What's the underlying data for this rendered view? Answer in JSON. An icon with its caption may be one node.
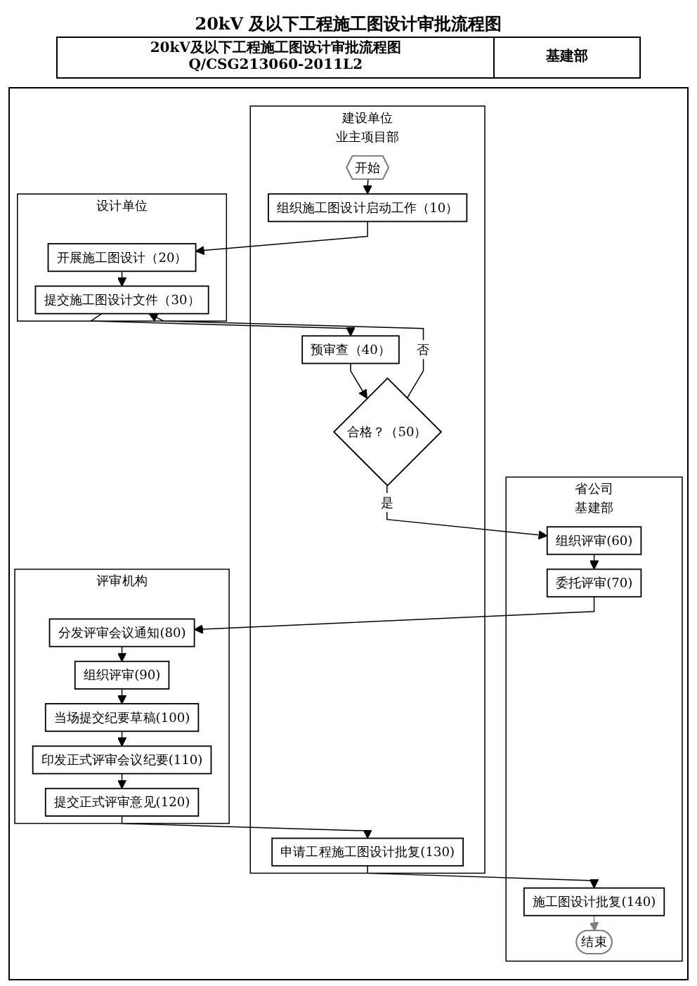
{
  "diagram": {
    "title": "20kV 及以下工程施工图设计审批流程图",
    "nodes": [
      {
        "text": [
          "省公司",
          "基建部"
        ]
      },
      {
        "text": [
          "建设单位",
          "业主项目部"
        ]
      },
      {
        "text": [
          "设计单位"
        ]
      },
      {
        "text": [
          "评审机构"
        ]
      },
      {
        "text": [
          "开始"
        ],
        "in": 1
      },
      {
        "text": [
          "组织施工图设计启动工作（10）"
        ],
        "in": 1
      },
      {
        "text": [
          "开展施工图设计（20）"
        ],
        "in": 2
      },
      {
        "text": [
          "预审查（40）"
        ],
        "in": 1
      },
      {
        "text": [
          "提交施工图设计文件（30）"
        ],
        "in": 2
      },
      {
        "text": [
          "合格？（50）"
        ],
        "in": 1
      },
      {
        "text": [
          "组织评审(60)"
        ],
        "in": 0
      },
      {
        "text": [
          "委托评审(70)"
        ],
        "in": 0
      },
      {
        "text": [
          "分发评审会议通知(80)"
        ],
        "in": 3
      },
      {
        "text": [
          "组织评审(90)"
        ],
        "in": 3
      },
      {
        "text": [
          "当场提交纪要草稿(100)"
        ],
        "in": 3
      },
      {
        "text": [
          "印发正式评审会议纪要(110)"
        ],
        "in": 3
      },
      {
        "text": [
          "施工图设计批复(140)"
        ],
        "in": 0
      },
      {
        "text": [
          "申请工程施工图设计批复(130)"
        ],
        "in": 1
      },
      {
        "text": [
          "提交正式评审意见(120)"
        ],
        "in": 3
      },
      {
        "text": [
          "结束"
        ],
        "in": 0
      }
    ],
    "edges": [
      {
        "from": 4,
        "to": 5,
        "arrow": "to"
      },
      {
        "from": 5,
        "to": 6,
        "arrow": "to"
      },
      {
        "from": 6,
        "to": 8,
        "arrow": "to"
      },
      {
        "from": 8,
        "to": 7,
        "arrow": "to"
      },
      {
        "from": 7,
        "to": 9,
        "arrow": "to"
      },
      {
        "from": 9,
        "to": 10,
        "label": "是",
        "arrow": "to"
      },
      {
        "from": 9,
        "to": 8,
        "label": "否",
        "arrow": "to"
      },
      {
        "from": 10,
        "to": 11,
        "arrow": "to"
      },
      {
        "from": 11,
        "to": 12,
        "arrow": "to"
      },
      {
        "from": 12,
        "to": 13,
        "arrow": "to"
      },
      {
        "from": 13,
        "to": 14,
        "arrow": "to"
      },
      {
        "from": 14,
        "to": 15,
        "arrow": "to"
      },
      {
        "from": 15,
        "to": 18,
        "arrow": "to"
      },
      {
        "from": 18,
        "to": 17,
        "arrow": "to"
      },
      {
        "from": 17,
        "to": 16,
        "arrow": "to"
      },
      {
        "from": 16,
        "to": 19,
        "arrow": "to",
        "color": "#808080"
      }
    ],
    "labels": [
      "20kV及以下工程施工图设计审批流程图",
      "Q/CSG213060-2011L2",
      "基建部"
    ]
  }
}
